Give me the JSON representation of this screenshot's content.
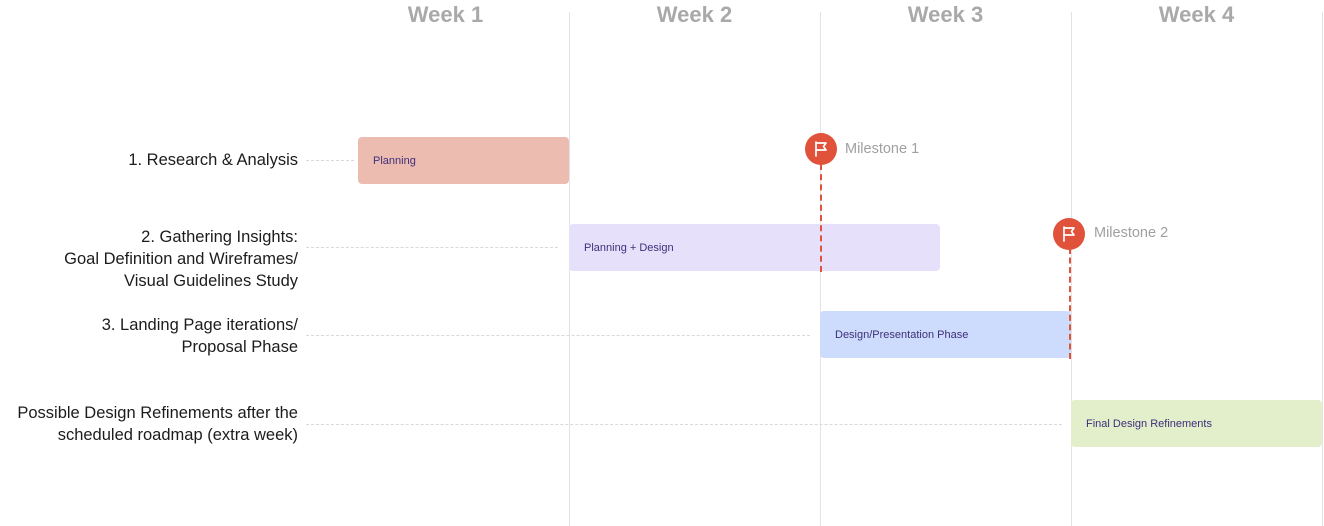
{
  "weeks": [
    "Week 1",
    "Week 2",
    "Week 3",
    "Week 4"
  ],
  "tasks": [
    {
      "label_lines": [
        "1.  Research & Analysis"
      ],
      "bar_label": "Planning",
      "bar_color": "#ecbcb1"
    },
    {
      "label_lines": [
        "2.  Gathering Insights:",
        "Goal Definition and Wireframes/",
        "Visual Guidelines Study"
      ],
      "bar_label": "Planning + Design",
      "bar_color": "#e6e0fb"
    },
    {
      "label_lines": [
        "3.  Landing Page iterations/",
        "Proposal Phase"
      ],
      "bar_label": "Design/Presentation Phase",
      "bar_color": "#cddcfc"
    },
    {
      "label_lines": [
        "Possible Design Refinements after the",
        "scheduled roadmap (extra week)"
      ],
      "bar_label": "Final Design Refinements",
      "bar_color": "#e3efcb"
    }
  ],
  "milestones": [
    {
      "label": "Milestone 1",
      "icon": "flag-icon"
    },
    {
      "label": "Milestone 2",
      "icon": "flag-icon"
    }
  ],
  "colors": {
    "milestone": "#e0523a",
    "week_header": "#a9a9a9",
    "grid_line": "#e3e3e3"
  }
}
